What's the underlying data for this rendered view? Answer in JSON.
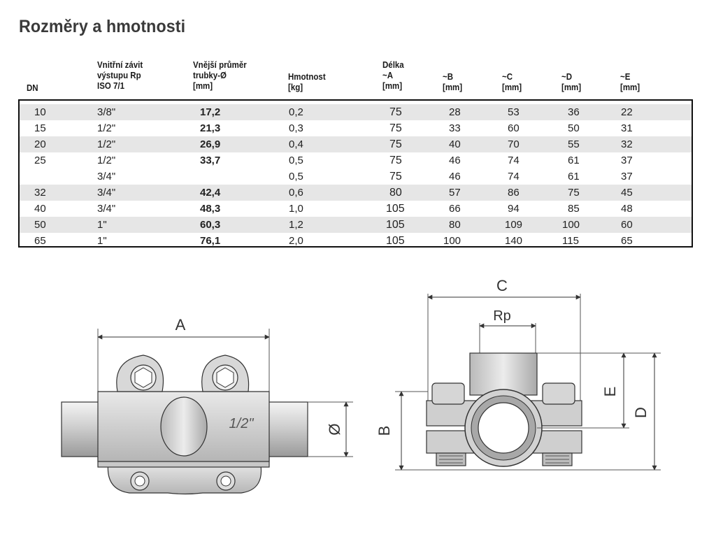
{
  "title": "Rozměry a hmotnosti",
  "headers": {
    "dn": [
      "DN"
    ],
    "thread": [
      "Vnitřní závit",
      "výstupu  Rp",
      "ISO 7/1"
    ],
    "diameter": [
      "Vnější průměr",
      "trubky-Ø",
      "[mm]"
    ],
    "weight": [
      "Hmotnost",
      "[kg]"
    ],
    "a": [
      "Délka",
      "~A",
      "[mm]"
    ],
    "b": [
      "~B",
      "[mm]"
    ],
    "c": [
      "~C",
      "[mm]"
    ],
    "d": [
      "~D",
      "[mm]"
    ],
    "e": [
      "~E",
      "[mm]"
    ]
  },
  "rows": [
    {
      "dn": "10",
      "thread": "3/8\"",
      "diameter": "17,2",
      "weight": "0,2",
      "a": "75",
      "b": "28",
      "c": "53",
      "d": "36",
      "e": "22"
    },
    {
      "dn": "15",
      "thread": "1/2\"",
      "diameter": "21,3",
      "weight": "0,3",
      "a": "75",
      "b": "33",
      "c": "60",
      "d": "50",
      "e": "31"
    },
    {
      "dn": "20",
      "thread": "1/2\"",
      "diameter": "26,9",
      "weight": "0,4",
      "a": "75",
      "b": "40",
      "c": "70",
      "d": "55",
      "e": "32"
    },
    {
      "dn": "25",
      "thread": "1/2\"",
      "diameter": "33,7",
      "weight": "0,5",
      "a": "75",
      "b": "46",
      "c": "74",
      "d": "61",
      "e": "37"
    },
    {
      "dn": "",
      "thread": "3/4\"",
      "diameter": "",
      "weight": "0,5",
      "a": "75",
      "b": "46",
      "c": "74",
      "d": "61",
      "e": "37"
    },
    {
      "dn": "32",
      "thread": "3/4\"",
      "diameter": "42,4",
      "weight": "0,6",
      "a": "80",
      "b": "57",
      "c": "86",
      "d": "75",
      "e": "45"
    },
    {
      "dn": "40",
      "thread": "3/4\"",
      "diameter": "48,3",
      "weight": "1,0",
      "a": "105",
      "b": "66",
      "c": "94",
      "d": "85",
      "e": "48"
    },
    {
      "dn": "50",
      "thread": "1\"",
      "diameter": "60,3",
      "weight": "1,2",
      "a": "105",
      "b": "80",
      "c": "109",
      "d": "100",
      "e": "60"
    },
    {
      "dn": "65",
      "thread": "1\"",
      "diameter": "76,1",
      "weight": "2,0",
      "a": "105",
      "b": "100",
      "c": "140",
      "d": "115",
      "e": "65"
    }
  ],
  "diagram_labels": {
    "a": "A",
    "diameter": "Ø",
    "c": "C",
    "rp": "Rp",
    "b": "B",
    "d": "D",
    "e": "E",
    "stamp": "1/2\""
  }
}
